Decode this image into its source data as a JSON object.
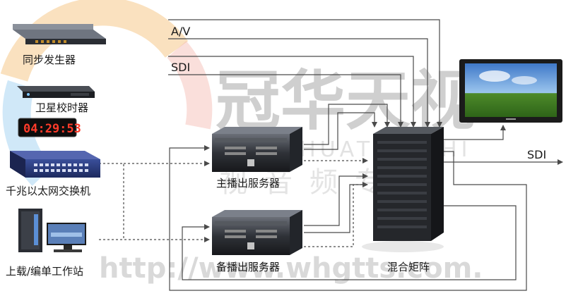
{
  "watermark": {
    "brand": "冠华天视",
    "latin": "GUANHUATIANSHI",
    "subtitle": "视音频专家",
    "url": "http://www.whgtts.com."
  },
  "devices": {
    "sync_generator": "同步发生器",
    "satellite_clock": "卫星校时器",
    "clock_display": "04:29:53",
    "switch": "千兆以太网交换机",
    "upload_station": "上载/编单工作站",
    "main_server": "主播出服务器",
    "backup_server": "备播出服务器",
    "mixing_matrix": "混合矩阵"
  },
  "signals": {
    "av": "A/V",
    "sdi_top": "SDI",
    "sdi_out": "SDI"
  },
  "colors": {
    "line": "#4a4a4a",
    "clock_digits": "#ff3b2a",
    "watermark": "#cfcfcf"
  }
}
